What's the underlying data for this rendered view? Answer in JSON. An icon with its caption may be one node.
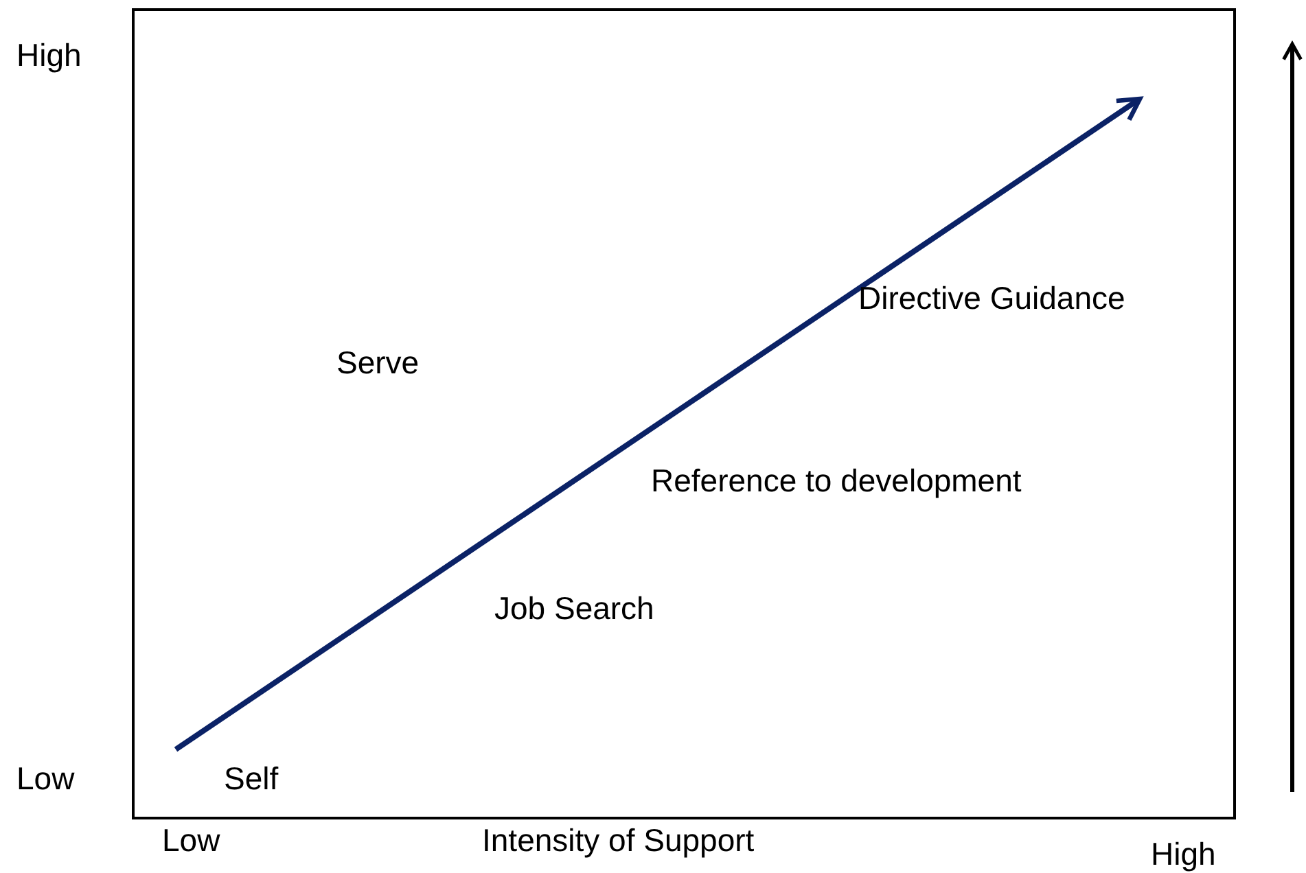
{
  "diagram": {
    "labels": [
      "High",
      "Directive Guidance",
      "Serve",
      "Reference to development",
      "Job Search",
      "Low",
      "Self",
      "Low",
      "Intensity of Support",
      "High"
    ]
  }
}
